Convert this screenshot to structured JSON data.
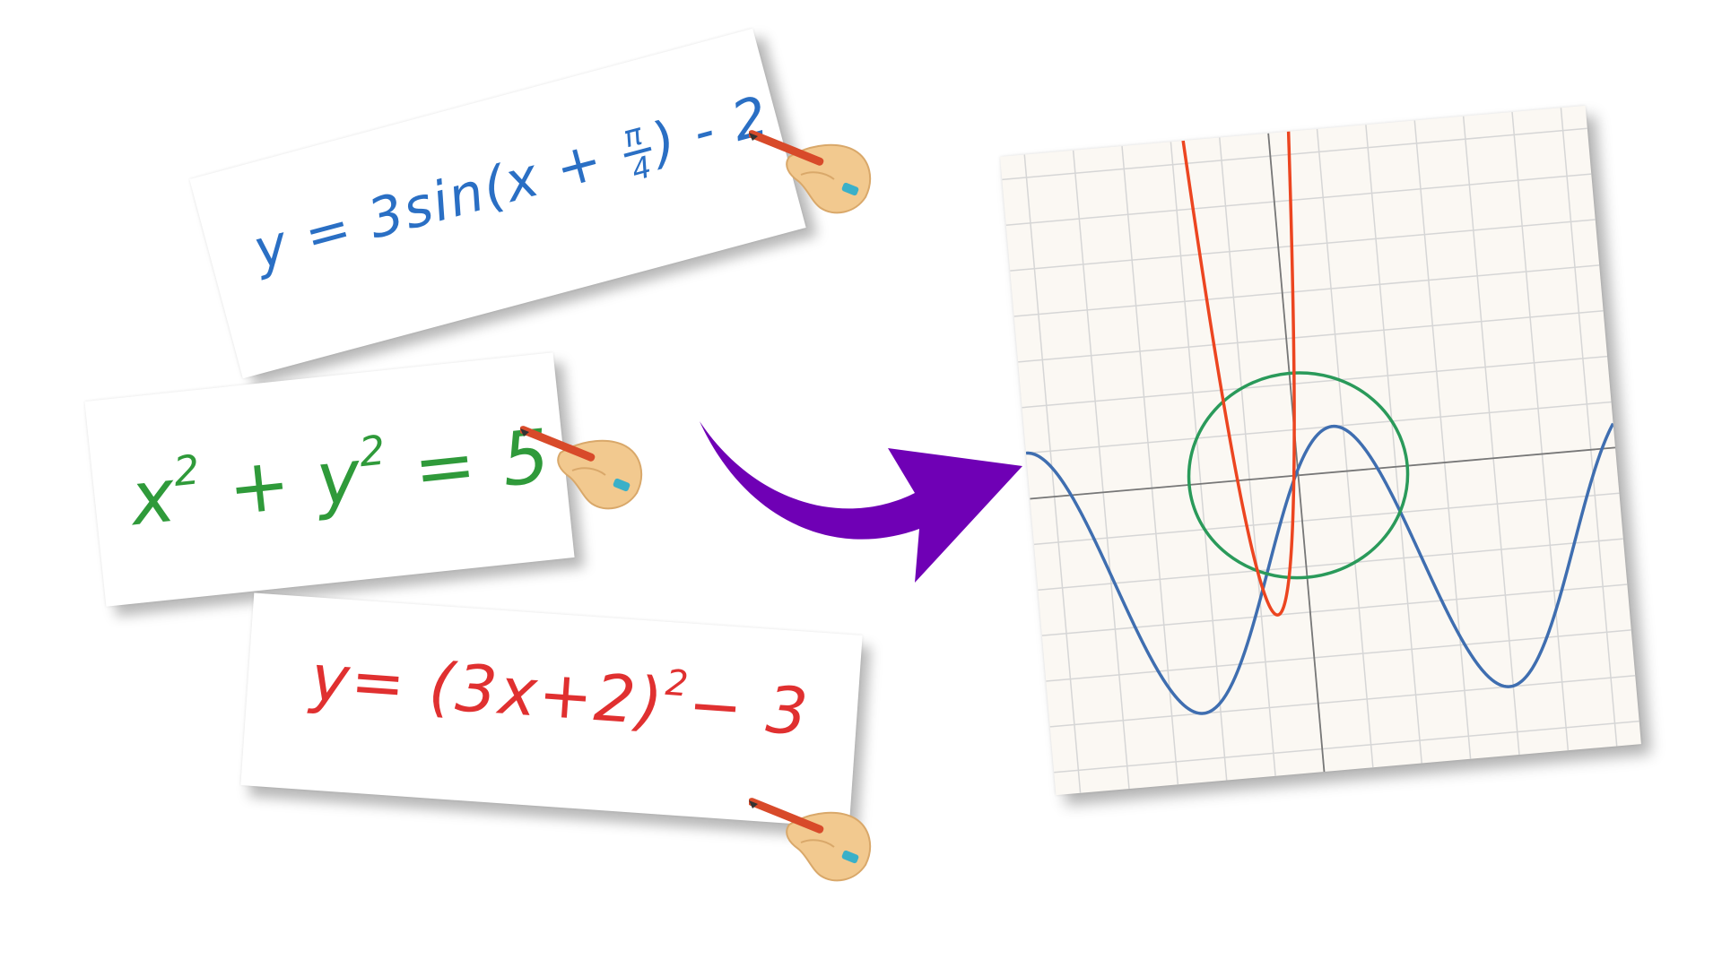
{
  "equations": [
    {
      "id": "blue",
      "color": "#2a6fc4",
      "parts": {
        "lhs": "y = 3sin(x + ",
        "num": "π",
        "den": "4",
        "rhs": ") - 2"
      }
    },
    {
      "id": "green",
      "color": "#2f9a3a",
      "parts": {
        "a": "x",
        "a_exp": "2",
        "op": " + ",
        "b": "y",
        "b_exp": "2",
        "rhs": " = 5"
      }
    },
    {
      "id": "red",
      "color": "#e03030",
      "parts": {
        "lhs": "y= (3x+2)",
        "exp": "2",
        "rhs": "− 3"
      }
    }
  ],
  "icons": {
    "hand": "hand-writing-with-pencil-icon",
    "arrow": "curved-arrow-icon"
  },
  "colors": {
    "arrow": "#6f00b5",
    "sine": "#3f6eb0",
    "circle": "#2a9a5a",
    "parabola": "#ec4520",
    "grid": "#d6d6d6",
    "axis": "#777777",
    "paper": "#fbf8f3"
  },
  "chart_data": {
    "type": "line",
    "title": "",
    "xlabel": "",
    "ylabel": "",
    "xlim": [
      -5.5,
      6.5
    ],
    "ylim": [
      -6.5,
      7.5
    ],
    "grid": true,
    "series": [
      {
        "kind": "function",
        "expr": "3*sin(x + pi/4) - 2",
        "color": "#3f6eb0"
      },
      {
        "kind": "implicit-circle",
        "expr": "x^2 + y^2 = 5",
        "center": [
          0,
          0
        ],
        "r2": 5,
        "color": "#2a9a5a"
      },
      {
        "kind": "function",
        "expr": "(3x+2)^2 - 3",
        "color": "#ec4520"
      }
    ]
  }
}
